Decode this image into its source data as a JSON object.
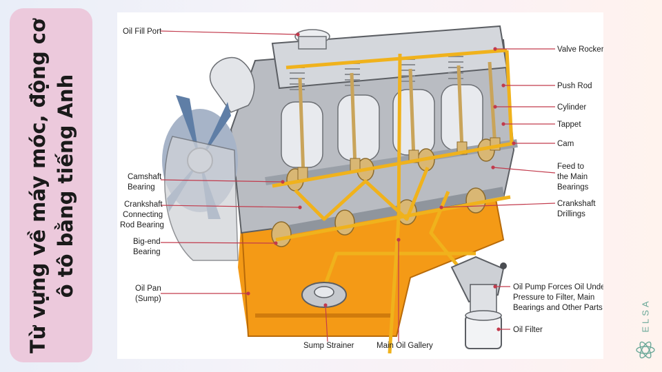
{
  "side_title": "Từ vựng về máy móc, động cơ ô tô bằng tiếng Anh",
  "brand": {
    "name": "ELSA",
    "color": "#6aa898"
  },
  "colors": {
    "panel": "#ecc9dc",
    "oil": "#f0b21c",
    "sump": "#f49a16"
  },
  "labels": {
    "oil_fill_port": "Oil Fill Port",
    "valve_rocker": "Valve Rocker",
    "push_rod": "Push Rod",
    "cylinder": "Cylinder",
    "tappet": "Tappet",
    "cam": "Cam",
    "feed_main_bearings": [
      "Feed to",
      "the Main",
      "Bearings"
    ],
    "camshaft_bearing": [
      "Camshaft",
      "Bearing"
    ],
    "crankshaft_connecting_rod_bearing": [
      "Crankshaft",
      "Connecting",
      "Rod Bearing"
    ],
    "crankshaft_drillings": [
      "Crankshaft",
      "Drillings"
    ],
    "big_end_bearing": [
      "Big-end",
      "Bearing"
    ],
    "oil_pan": [
      "Oil Pan",
      "(Sump)"
    ],
    "oil_pump": [
      "Oil Pump Forces Oil Under",
      "Pressure to Filter, Main",
      "Bearings and Other Parts"
    ],
    "oil_filter": "Oil Filter",
    "sump_strainer": "Sump Strainer",
    "main_oil_gallery": "Main Oil Gallery"
  }
}
